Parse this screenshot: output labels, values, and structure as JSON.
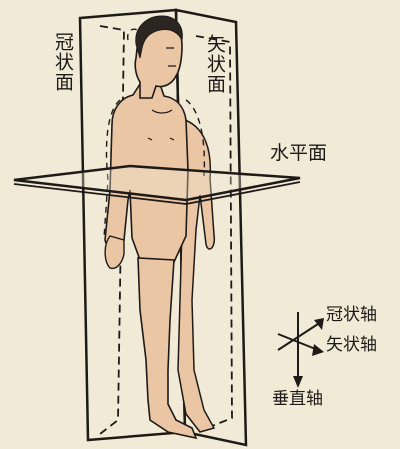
{
  "labels": {
    "coronal_plane": "冠状面",
    "sagittal_plane": "矢状面",
    "horizontal_plane": "水平面",
    "coronal_axis": "冠状轴",
    "sagittal_axis": "矢状轴",
    "vertical_axis": "垂直轴"
  },
  "colors": {
    "background": "#f1ead7",
    "skin": "#ebc6a5",
    "outline": "#1e1a17",
    "hair": "#2b2622"
  }
}
